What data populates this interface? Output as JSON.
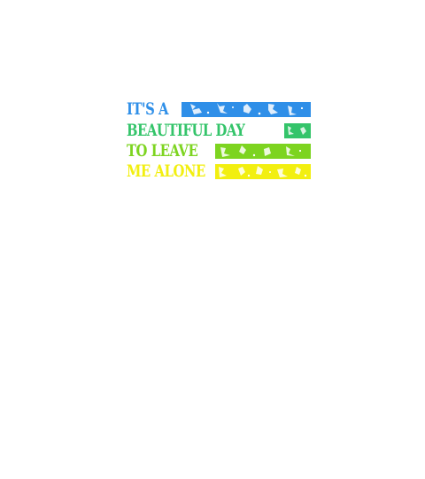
{
  "design": {
    "lines": [
      {
        "text": "IT'S A",
        "color": "#2f8fe8"
      },
      {
        "text": "BEAUTIFUL DAY",
        "color": "#34c46a"
      },
      {
        "text": "TO LEAVE",
        "color": "#7dd420"
      },
      {
        "text": "ME ALONE",
        "color": "#f2ef10"
      }
    ]
  }
}
